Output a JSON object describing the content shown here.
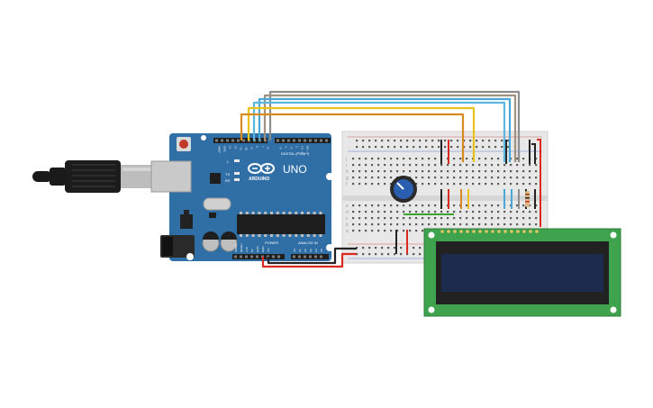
{
  "arduino": {
    "brand": "ARDUINO",
    "model": "UNO",
    "digital_header": "DIGITAL (PWM~)",
    "power_header": "POWER",
    "analog_header": "ANALOG IN",
    "led_labels": [
      "L",
      "TX",
      "RX"
    ],
    "pin_labels_digital": [
      "AREF",
      "GND",
      "13",
      "12",
      "~11",
      "~10",
      "~9",
      "8",
      "7",
      "~6",
      "~5",
      "4",
      "~3",
      "2",
      "TX→1",
      "RX←0"
    ],
    "pin_labels_power": [
      "IOREF",
      "RESET",
      "3.3V",
      "5V",
      "GND",
      "GND",
      "Vin"
    ],
    "pin_labels_analog": [
      "A0",
      "A1",
      "A2",
      "A3",
      "A4",
      "A5"
    ]
  },
  "breadboard": {
    "row_letters_top": [
      "j",
      "i",
      "h",
      "g",
      "f"
    ],
    "row_letters_bottom": [
      "e",
      "d",
      "c",
      "b",
      "a"
    ]
  },
  "colors": {
    "board": "#2f6fa6",
    "breadboard": "#e8e8e8",
    "lcd_pcb": "#3fa34d",
    "lcd_screen": "#1c2a4e",
    "wire_orange": "#d98a1e",
    "wire_yellow": "#e9c21b",
    "wire_blue": "#4aa8d8",
    "wire_gray": "#8c8c8c",
    "wire_red": "#d82a20",
    "wire_green": "#3aa535",
    "wire_black": "#222222"
  }
}
